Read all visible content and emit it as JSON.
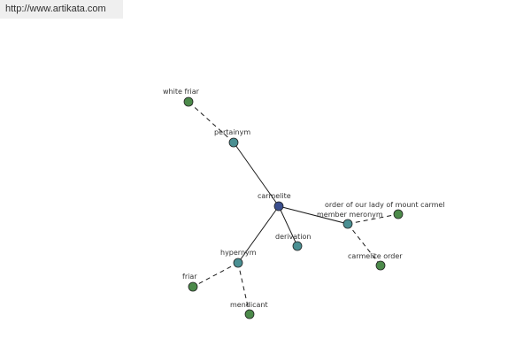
{
  "banner": {
    "url_text": "http://www.artikata.com"
  },
  "colors": {
    "center": "#3b4f8e",
    "relation": "#4a8f92",
    "leaf": "#4c8a4a",
    "edge": "#1a1a1a",
    "banner_bg": "#efefef"
  },
  "graph": {
    "nodes": [
      {
        "id": "carmelite",
        "label": "carmelite",
        "kind": "center"
      },
      {
        "id": "pertainym",
        "label": "pertainym",
        "kind": "relation"
      },
      {
        "id": "white-friar",
        "label": "white friar",
        "kind": "leaf"
      },
      {
        "id": "derivation",
        "label": "derivation",
        "kind": "relation"
      },
      {
        "id": "member-meronym",
        "label": "member meronym",
        "kind": "relation"
      },
      {
        "id": "order-of-our-lady",
        "label": "order of our lady of mount carmel",
        "kind": "leaf"
      },
      {
        "id": "carmelite-order",
        "label": "carmelite order",
        "kind": "leaf"
      },
      {
        "id": "hypernym",
        "label": "hypernym",
        "kind": "relation"
      },
      {
        "id": "friar",
        "label": "friar",
        "kind": "leaf"
      },
      {
        "id": "mendicant",
        "label": "mendicant",
        "kind": "leaf"
      }
    ],
    "edges": [
      {
        "from": "carmelite",
        "to": "pertainym",
        "style": "solid"
      },
      {
        "from": "pertainym",
        "to": "white-friar",
        "style": "dashed"
      },
      {
        "from": "carmelite",
        "to": "derivation",
        "style": "solid"
      },
      {
        "from": "carmelite",
        "to": "member-meronym",
        "style": "solid"
      },
      {
        "from": "member-meronym",
        "to": "order-of-our-lady",
        "style": "dashed"
      },
      {
        "from": "member-meronym",
        "to": "carmelite-order",
        "style": "dashed"
      },
      {
        "from": "carmelite",
        "to": "hypernym",
        "style": "solid"
      },
      {
        "from": "hypernym",
        "to": "friar",
        "style": "dashed"
      },
      {
        "from": "hypernym",
        "to": "mendicant",
        "style": "dashed"
      }
    ]
  }
}
